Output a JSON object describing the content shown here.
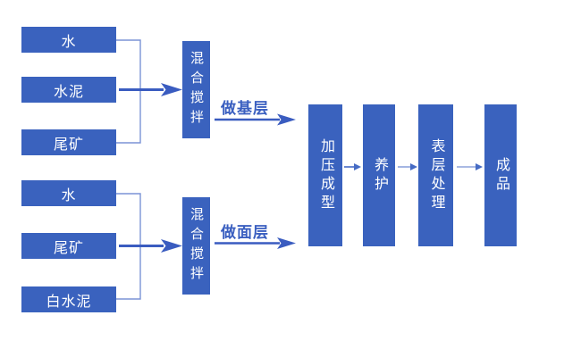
{
  "colors": {
    "box_fill": "#3a62be",
    "box_text": "#ffffff",
    "arrow_main": "#3a5cc0",
    "connector_line": "#7b93d6",
    "small_arrow_light": "#8ea4dc",
    "small_arrow_dark": "#466bc4",
    "label_text": "#3a5fc0",
    "background": "#ffffff"
  },
  "flow": {
    "top_group": {
      "inputs": [
        "水",
        "水泥",
        "尾矿"
      ],
      "mixer": "混合搅拌",
      "branch_label": "做基层"
    },
    "bottom_group": {
      "inputs": [
        "水",
        "尾矿",
        "白水泥"
      ],
      "mixer": "混合搅拌",
      "branch_label": "做面层"
    },
    "process_steps": [
      "加压成型",
      "养护",
      "表层处理",
      "成品"
    ]
  }
}
